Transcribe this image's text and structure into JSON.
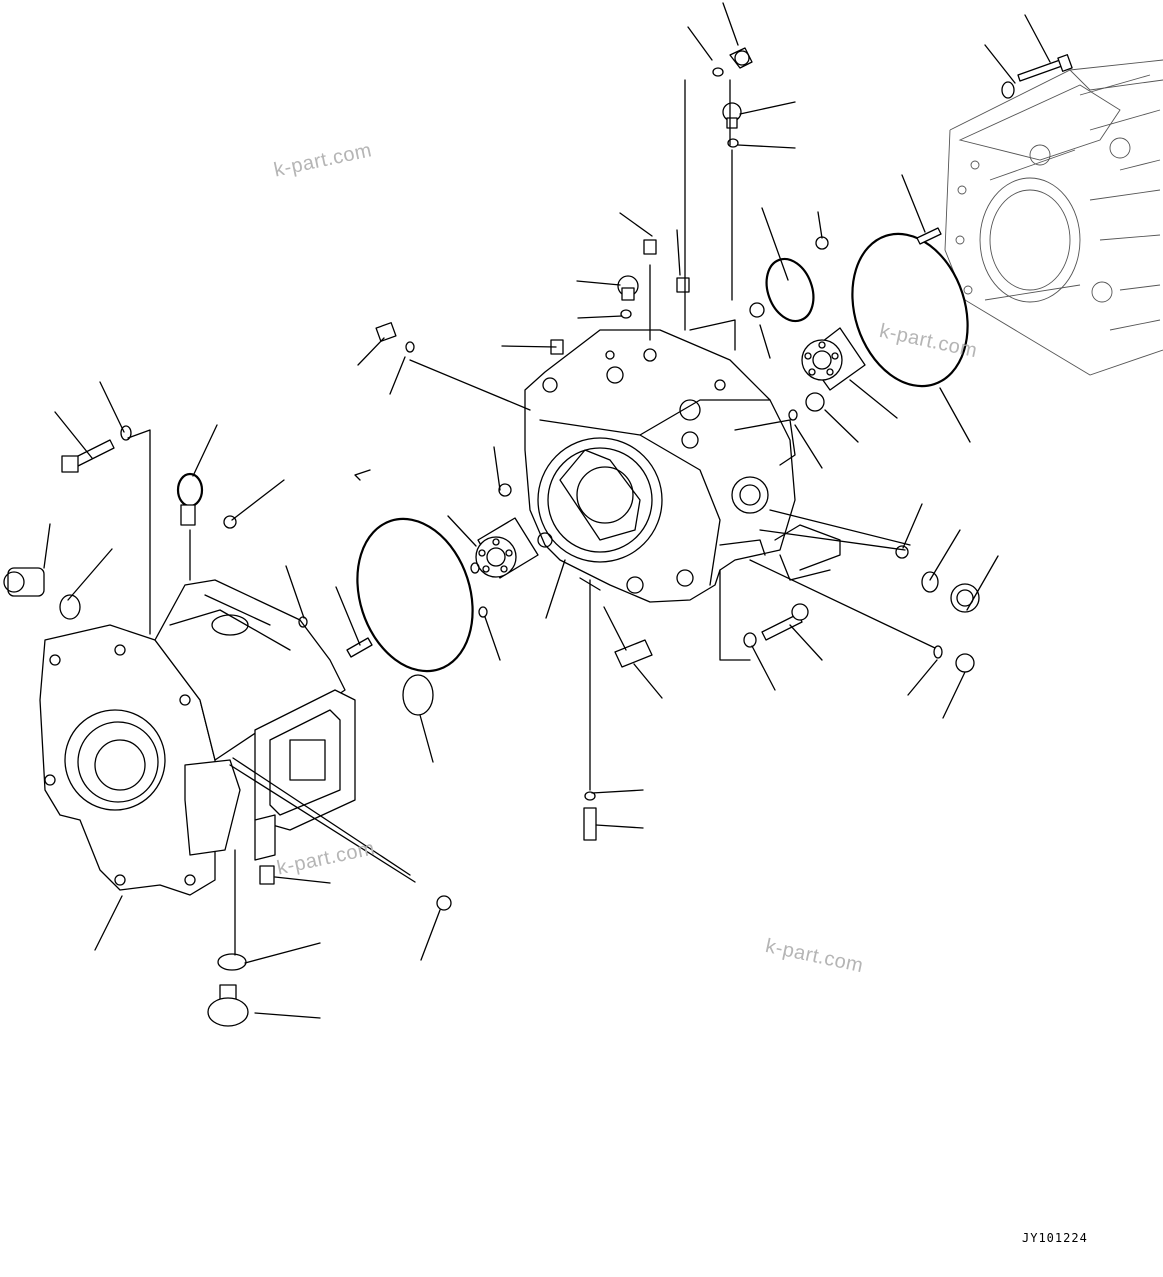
{
  "diagram": {
    "drawing_code": "JY101224",
    "watermarks": [
      "k-part.com",
      "k-part.com",
      "k-part.com",
      "k-part.com"
    ]
  }
}
